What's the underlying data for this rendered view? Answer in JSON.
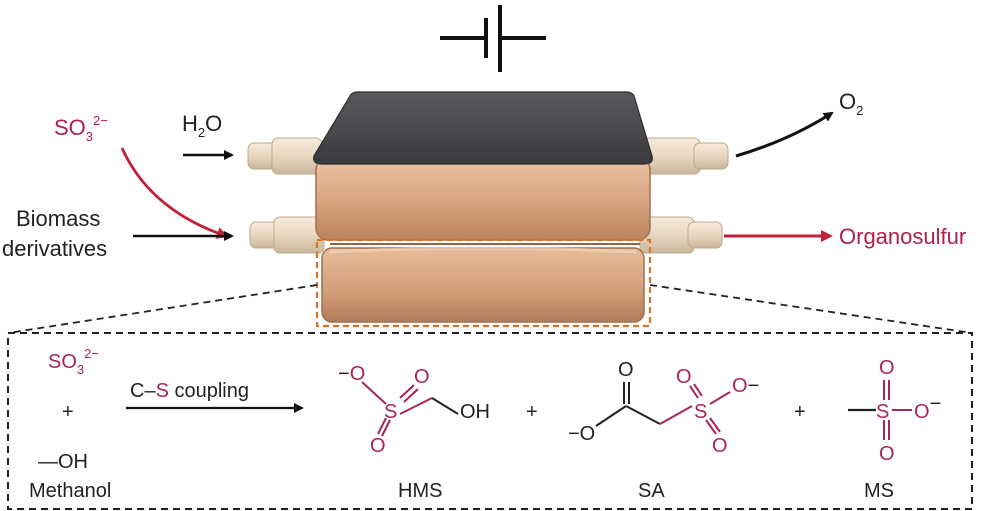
{
  "inputs": {
    "sulfite": {
      "base": "SO",
      "sub": "3",
      "sup": "2−"
    },
    "water": {
      "base": "H",
      "sub": "2",
      "rest": "O"
    },
    "biomass_line1": "Biomass",
    "biomass_line2": "derivatives"
  },
  "outputs": {
    "oxygen": {
      "base": "O",
      "sub": "2"
    },
    "organosulfur": "Organosulfur"
  },
  "reaction": {
    "sulfite": {
      "base": "SO",
      "sub": "3",
      "sup": "2−"
    },
    "plus": "+",
    "hydroxyl": "—OH",
    "methanol": "Methanol",
    "arrow_label_prefix": "C–",
    "arrow_label_s": "S",
    "arrow_label_suffix": " coupling",
    "products": [
      {
        "name": "HMS"
      },
      {
        "name": "SA"
      },
      {
        "name": "MS"
      }
    ],
    "atoms": {
      "S": "S",
      "O": "O",
      "OH": "OH",
      "minus": "−",
      "O_minus": "O−",
      "minus_O": "−O"
    }
  },
  "colors": {
    "accent_red": "#b0204a",
    "black_arrow": "#111111",
    "device_copper": "#d4a27f",
    "device_top": "#4a4a4c",
    "highlight_box": "#d9742a"
  },
  "icons": [
    "battery-symbol-icon",
    "electrolyzer-icon"
  ]
}
